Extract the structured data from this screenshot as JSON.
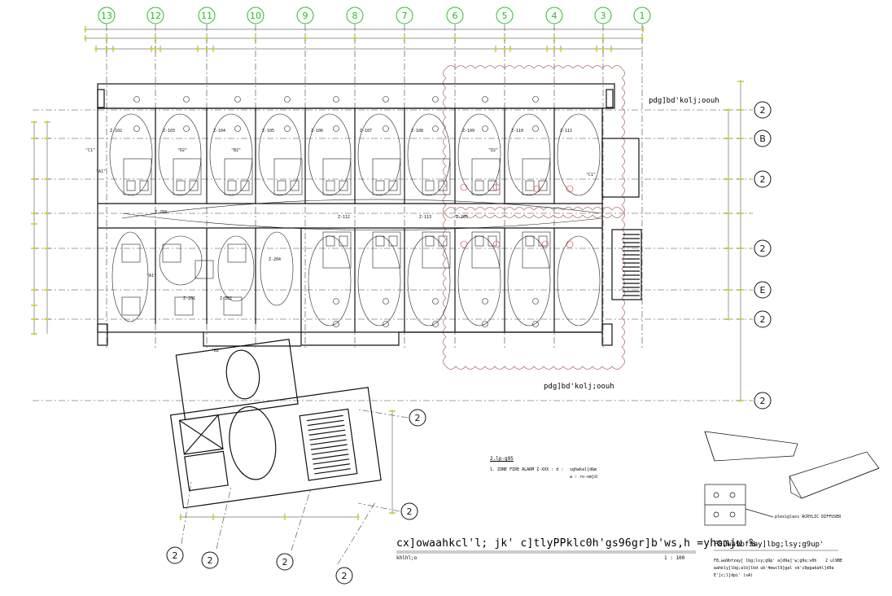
{
  "grid_top": [
    "13",
    "12",
    "11",
    "10",
    "9",
    "8",
    "7",
    "6",
    "5",
    "4",
    "3",
    "1"
  ],
  "grid_right": [
    "2",
    "B",
    "2",
    "2",
    "E",
    "2",
    "2"
  ],
  "grid_bottom": [
    "2",
    "2",
    "2",
    "2"
  ],
  "grid_side": [
    "2",
    "2"
  ],
  "room_labels": [
    "Z-102",
    "Z-103",
    "Z-104",
    "Z-105",
    "Z-106",
    "Z-107",
    "Z-108",
    "Z-109",
    "Z-110",
    "Z-111",
    "Z-112",
    "Z-113",
    "Z-201",
    "Z-202",
    "Z-203",
    "Z-204",
    "Z-205"
  ],
  "type_labels": [
    "\"D2\"",
    "\"C1\"",
    "\"A1\"",
    "\"B2\""
  ],
  "revision_tag_upper": "pdg]bd'kolj;oouh",
  "revision_tag_lower": "pdg]bd'kolj;oouh",
  "legend": {
    "title": "2.lp-g95",
    "line1": "1. ZONE FIRE ALARM Z-XXX : d :",
    "line2": "sghwkal]d&m",
    "line3": "a :   ro-om]d:"
  },
  "main_title": "cx]owaahkcl'l; jk' c]tlyPPklc0h'gs96gr]b'ws,h =yhomju %",
  "sub_title": "khlhl;o",
  "scale": "1 : 100",
  "detail": {
    "title": "F8,wa9bfzay]lbg;lsy;g9up'",
    "line1": "F8,wa9bfzay] lbg;lsy;g9p' a]d9a]'w;g9u;v0h",
    "line2": "2 ul9BE",
    "line3": "wahkly]lbg;alb]lbd   ub'4ewcl9]gal sk'c9pgakahl]d9a",
    "line4": "E']c;l]dpi'   (sA)",
    "acrylic": "plexiglass ACRYLIC DIFFUSER"
  },
  "colors": {
    "grid_bubble": "#21c021",
    "dimension_mark": "#d8d800",
    "revision_cloud": "#b07070",
    "linework": "#111111",
    "fixture_red": "#d03030"
  }
}
